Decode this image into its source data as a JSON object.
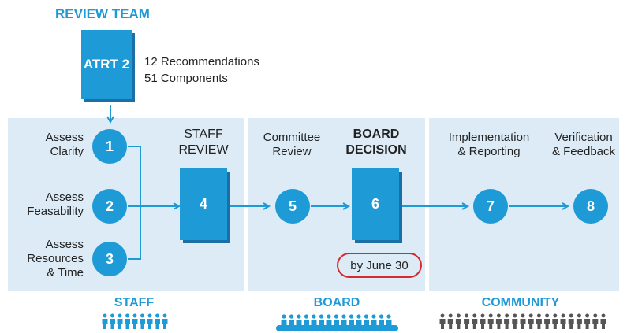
{
  "review_team": {
    "title": "REVIEW TEAM",
    "doc_label": "ATRT 2",
    "recommendations": "12 Recommendations",
    "components": "51 Components"
  },
  "steps": [
    {
      "num": "1",
      "label": "Assess\nClarity"
    },
    {
      "num": "2",
      "label": "Assess\nFeasability"
    },
    {
      "num": "3",
      "label": "Assess\nResources\n& Time"
    },
    {
      "num": "4",
      "label": "STAFF\nREVIEW"
    },
    {
      "num": "5",
      "label": "Committee\nReview"
    },
    {
      "num": "6",
      "label": "BOARD\nDECISION"
    },
    {
      "num": "7",
      "label": "Implementation\n& Reporting"
    },
    {
      "num": "8",
      "label": "Verification\n& Feedback"
    }
  ],
  "deadline": "by June 30",
  "sections": {
    "staff": "STAFF",
    "board": "BOARD",
    "community": "COMMUNITY"
  },
  "colors": {
    "accent": "#1e9ad6",
    "panel": "#dcebf6",
    "deadline_ring": "#d7282f",
    "community_people": "#555555"
  }
}
